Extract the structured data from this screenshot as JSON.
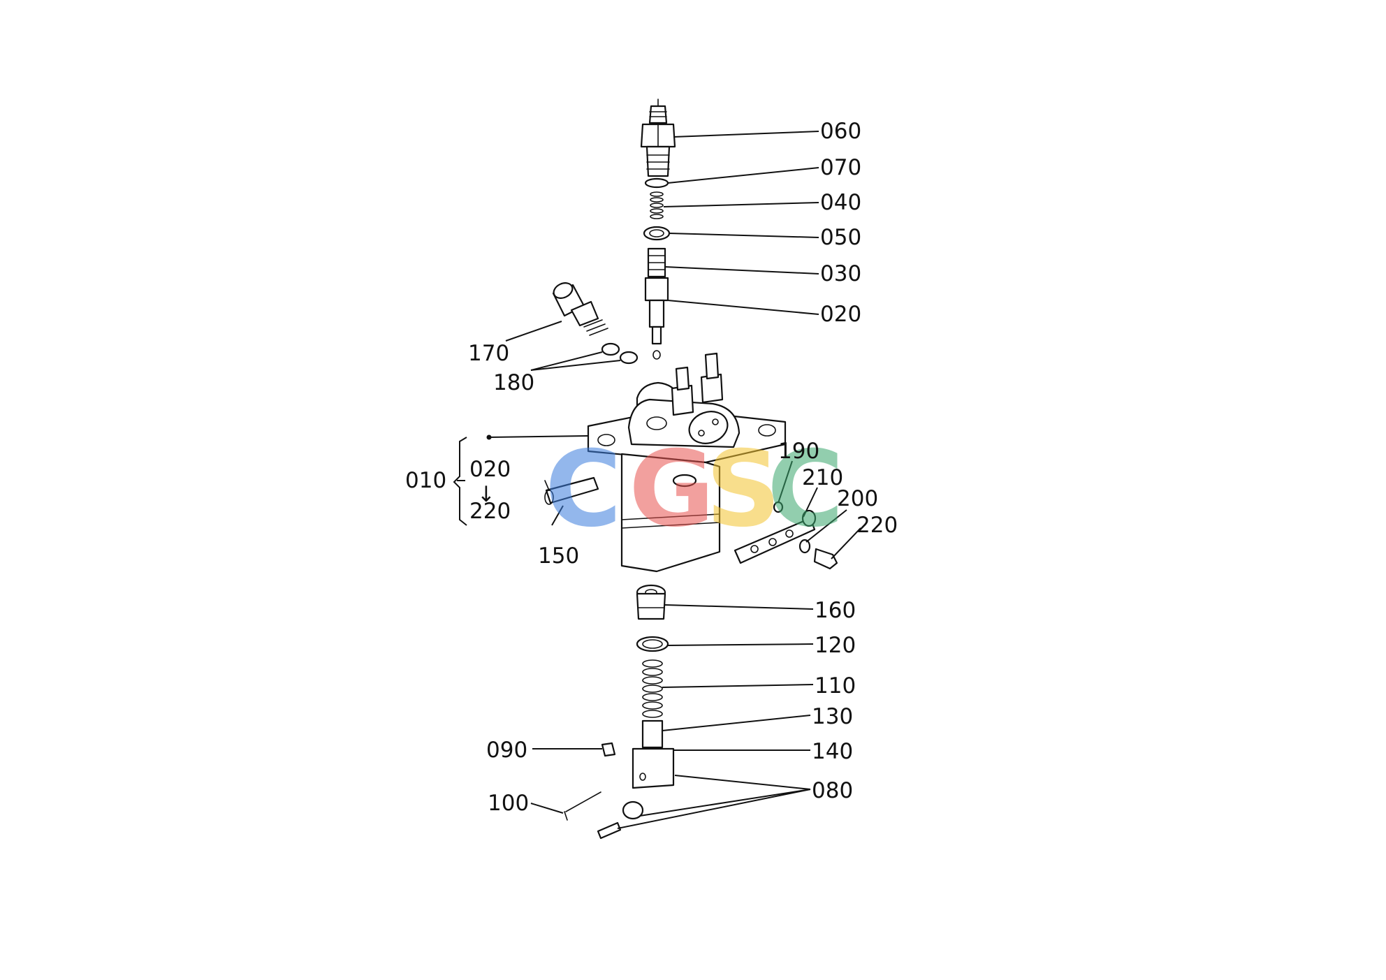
{
  "parts": {
    "p060": "060",
    "p070": "070",
    "p040": "040",
    "p050": "050",
    "p030": "030",
    "p020": "020",
    "p170": "170",
    "p180": "180",
    "p010": "010",
    "p020b": "020",
    "p220b": "220",
    "p150": "150",
    "p190": "190",
    "p210": "210",
    "p200": "200",
    "p220": "220",
    "p160": "160",
    "p120": "120",
    "p110": "110",
    "p130": "130",
    "p090": "090",
    "p140": "140",
    "p100": "100",
    "p080": "080"
  },
  "watermark": {
    "letters": [
      "C",
      "G",
      "S",
      "C"
    ],
    "colors": [
      "#3b7ddd",
      "#e8534f",
      "#f4c430",
      "#3aa76d"
    ],
    "logo_text": "CGSC"
  }
}
